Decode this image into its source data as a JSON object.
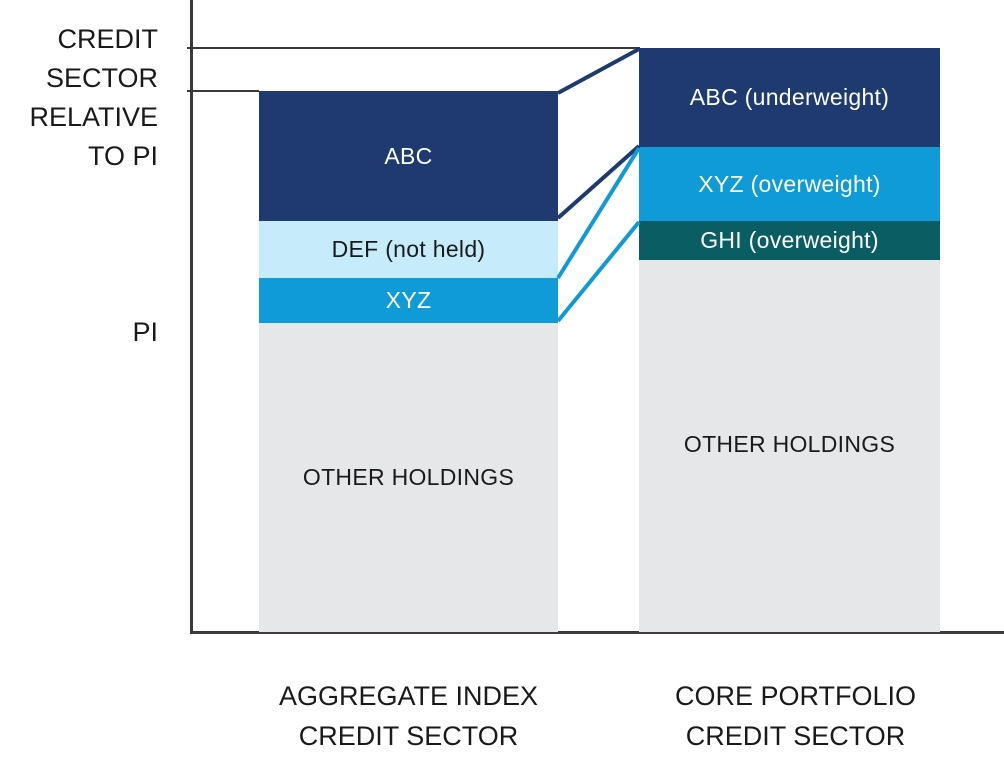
{
  "side_labels": {
    "credit_sector_relative_to_pi": [
      "CREDIT",
      "SECTOR",
      "RELATIVE",
      "TO PI"
    ],
    "pi": "PI"
  },
  "columns": [
    {
      "name_lines": [
        "AGGREGATE INDEX",
        "CREDIT SECTOR"
      ],
      "segments": [
        {
          "id": "abc",
          "label": "ABC",
          "color": "#1e3a70",
          "text_color": "#ffffff"
        },
        {
          "id": "def",
          "label": "DEF (not held)",
          "color": "#c6ecfb",
          "text_color": "#1a1a1a"
        },
        {
          "id": "xyz",
          "label": "XYZ",
          "color": "#0f9bd7",
          "text_color": "#ffffff"
        },
        {
          "id": "other",
          "label": "OTHER HOLDINGS",
          "color": "#e6e7e9",
          "text_color": "#1a1a1a"
        }
      ]
    },
    {
      "name_lines": [
        "CORE PORTFOLIO",
        "CREDIT SECTOR"
      ],
      "segments": [
        {
          "id": "abc",
          "label": "ABC (underweight)",
          "color": "#1e3a70",
          "text_color": "#ffffff"
        },
        {
          "id": "xyz",
          "label": "XYZ (overweight)",
          "color": "#0f9bd7",
          "text_color": "#ffffff"
        },
        {
          "id": "ghi",
          "label": "GHI (overweight)",
          "color": "#0a5e63",
          "text_color": "#ffffff"
        },
        {
          "id": "other",
          "label": "OTHER HOLDINGS",
          "color": "#e6e7e9",
          "text_color": "#1a1a1a"
        }
      ]
    }
  ],
  "colors": {
    "axis": "#3a3a3a",
    "abc_connector": "#1e3a70",
    "xyz_connector": "#0f9bd7",
    "ghi_connector": "#0f9bd7"
  }
}
